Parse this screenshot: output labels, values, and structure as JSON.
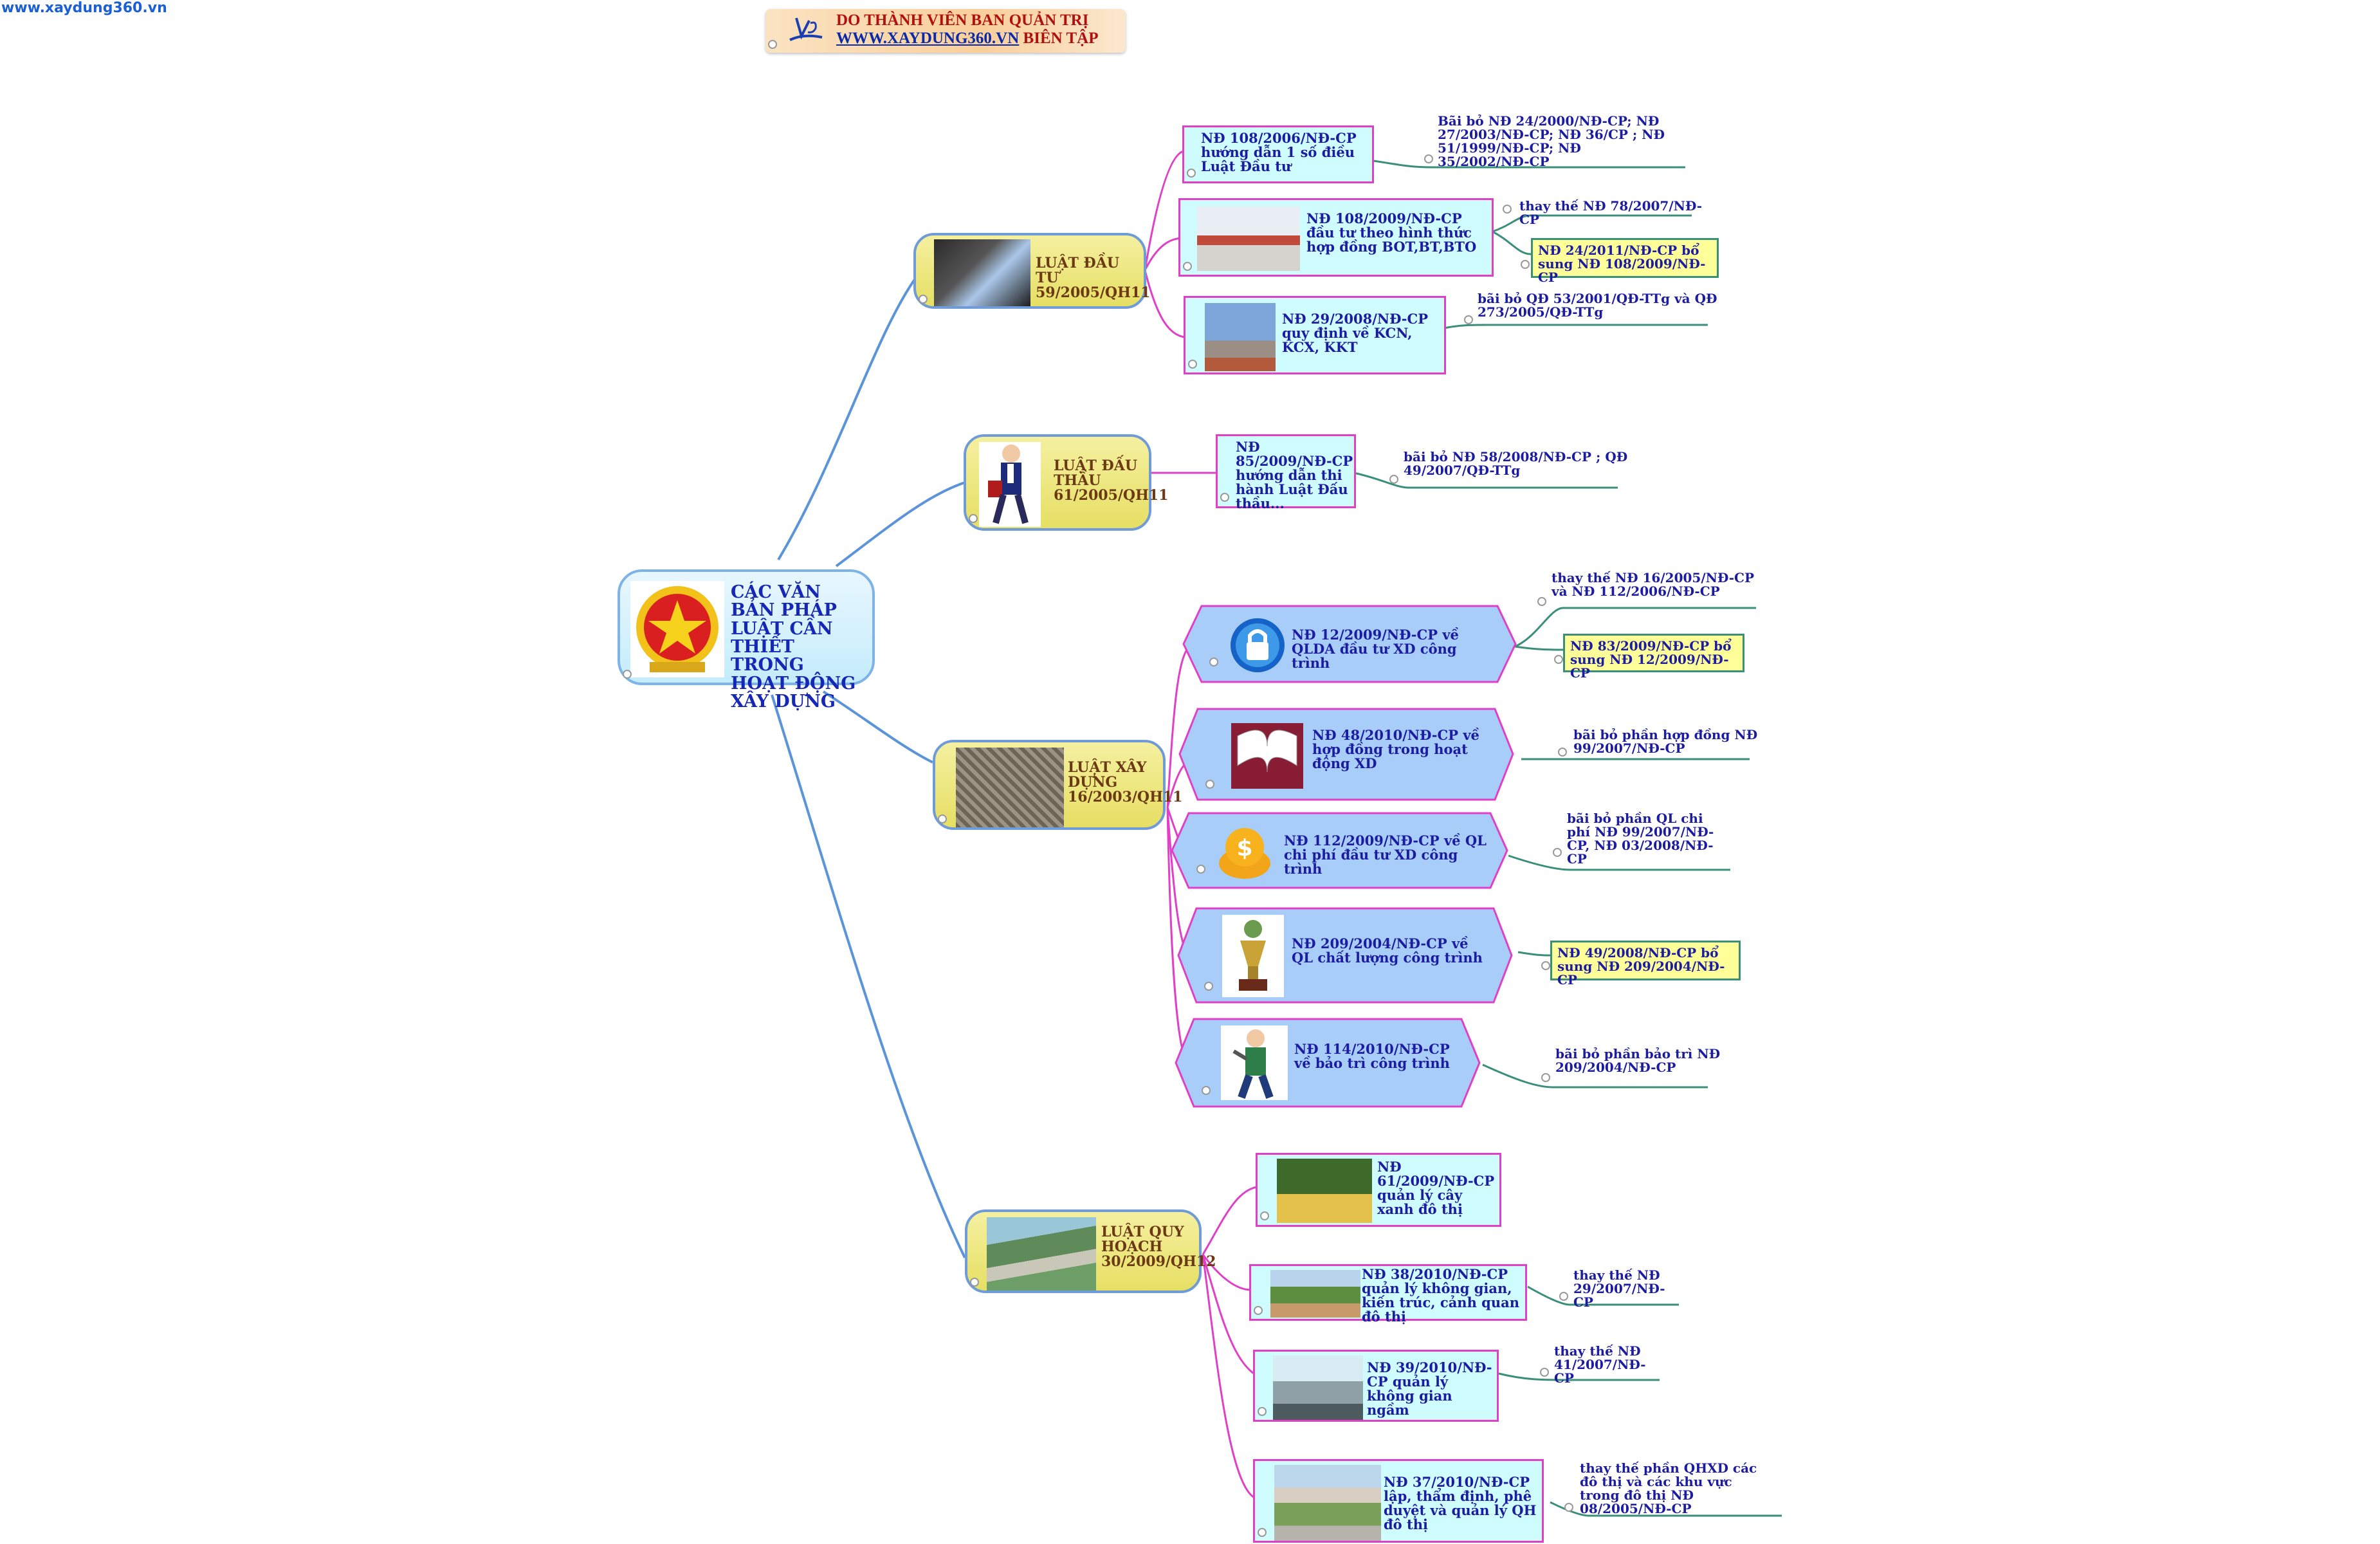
{
  "site": "www.xaydung360.vn",
  "banner": {
    "line1": "DO THÀNH VIÊN BAN QUẢN TRỊ",
    "line2_link": "WWW.XAYDUNG360.VN",
    "line2_rest": " BIÊN TẬP"
  },
  "root": {
    "label": "CÁC VĂN BẢN PHÁP LUẬT CẦN THIẾT TRONG HOẠT ĐỘNG XÂY DỰNG",
    "icon": "emblem-icon"
  },
  "laws": [
    {
      "label": "LUẬT ĐẦU TƯ 59/2005/QH11",
      "icon": "handshake-photo"
    },
    {
      "label": "LUẬT ĐẤU THẦU 61/2005/QH11",
      "icon": "businessman-icon"
    },
    {
      "label": "LUẬT XÂY DỰNG 16/2003/QH11",
      "icon": "rebar-photo"
    },
    {
      "label": "LUẬT QUY HOẠCH 30/2009/QH12",
      "icon": "aerial-city-photo"
    }
  ],
  "decrees": [
    {
      "label": "NĐ 108/2006/NĐ-CP hướng dẫn 1 số điều Luật Đầu tư",
      "icon": ""
    },
    {
      "label": "NĐ 108/2009/NĐ-CP đầu tư theo hình thức hợp đồng BOT,BT,BTO",
      "icon": "bridge-photo"
    },
    {
      "label": "NĐ 29/2008/NĐ-CP quy định về KCN, KCX, KKT",
      "icon": "factory-photo"
    },
    {
      "label": "NĐ 85/2009/NĐ-CP hướng dẫn thi hành Luật Đấu thầu...",
      "icon": ""
    },
    {
      "label": "NĐ 12/2009/NĐ-CP về QLDA đầu tư XD công trình",
      "icon": "lock-icon"
    },
    {
      "label": "NĐ 48/2010/NĐ-CP về hợp đồng trong hoạt động XD",
      "icon": "book-icon"
    },
    {
      "label": "NĐ 112/2009/NĐ-CP về QL chi phí đầu tư XD công trình",
      "icon": "money-icon"
    },
    {
      "label": "NĐ 209/2004/NĐ-CP về QL chất lượng công trình",
      "icon": "trophy-icon"
    },
    {
      "label": "NĐ 114/2010/NĐ-CP về bảo trì công trình",
      "icon": "worker-icon"
    },
    {
      "label": "NĐ 61/2009/NĐ-CP quản lý cây xanh đô thị",
      "icon": "trees-photo"
    },
    {
      "label": "NĐ 38/2010/NĐ-CP quản lý không gian, kiến trúc, cảnh quan đô thị",
      "icon": "landscape-photo"
    },
    {
      "label": "NĐ 39/2010/NĐ-CP quản lý không gian ngầm",
      "icon": "underground-photo"
    },
    {
      "label": "NĐ 37/2010/NĐ-CP lập, thẩm định, phê duyệt và quản lý QH đô thị",
      "icon": "village-photo"
    }
  ],
  "notes": [
    "Bãi bỏ NĐ 24/2000/NĐ-CP; NĐ 27/2003/NĐ-CP; NĐ 36/CP ; NĐ 51/1999/NĐ-CP; NĐ 35/2002/NĐ-CP",
    "thay thế NĐ 78/2007/NĐ-CP",
    "bãi bỏ QĐ 53/2001/QĐ-TTg và QĐ 273/2005/QĐ-TTg",
    "bãi bỏ NĐ 58/2008/NĐ-CP ; QĐ 49/2007/QĐ-TTg",
    "thay thế NĐ 16/2005/NĐ-CP và NĐ 112/2006/NĐ-CP",
    "bãi bỏ phần hợp đồng NĐ 99/2007/NĐ-CP",
    "bãi bỏ phần QL chi phí NĐ 99/2007/NĐ-CP, NĐ 03/2008/NĐ-CP",
    "bãi bỏ phần bảo trì NĐ 209/2004/NĐ-CP",
    "thay thế NĐ 29/2007/NĐ-CP",
    "thay thế NĐ 41/2007/NĐ-CP",
    "thay thế phần QHXD các đô thị và các khu vực trong đô thị NĐ 08/2005/NĐ-CP"
  ],
  "yellow": [
    "NĐ 24/2011/NĐ-CP bổ sung NĐ 108/2009/NĐ-CP",
    "NĐ 83/2009/NĐ-CP bổ sung NĐ 12/2009/NĐ-CP",
    "NĐ 49/2008/NĐ-CP bổ sung NĐ 209/2004/NĐ-CP"
  ]
}
